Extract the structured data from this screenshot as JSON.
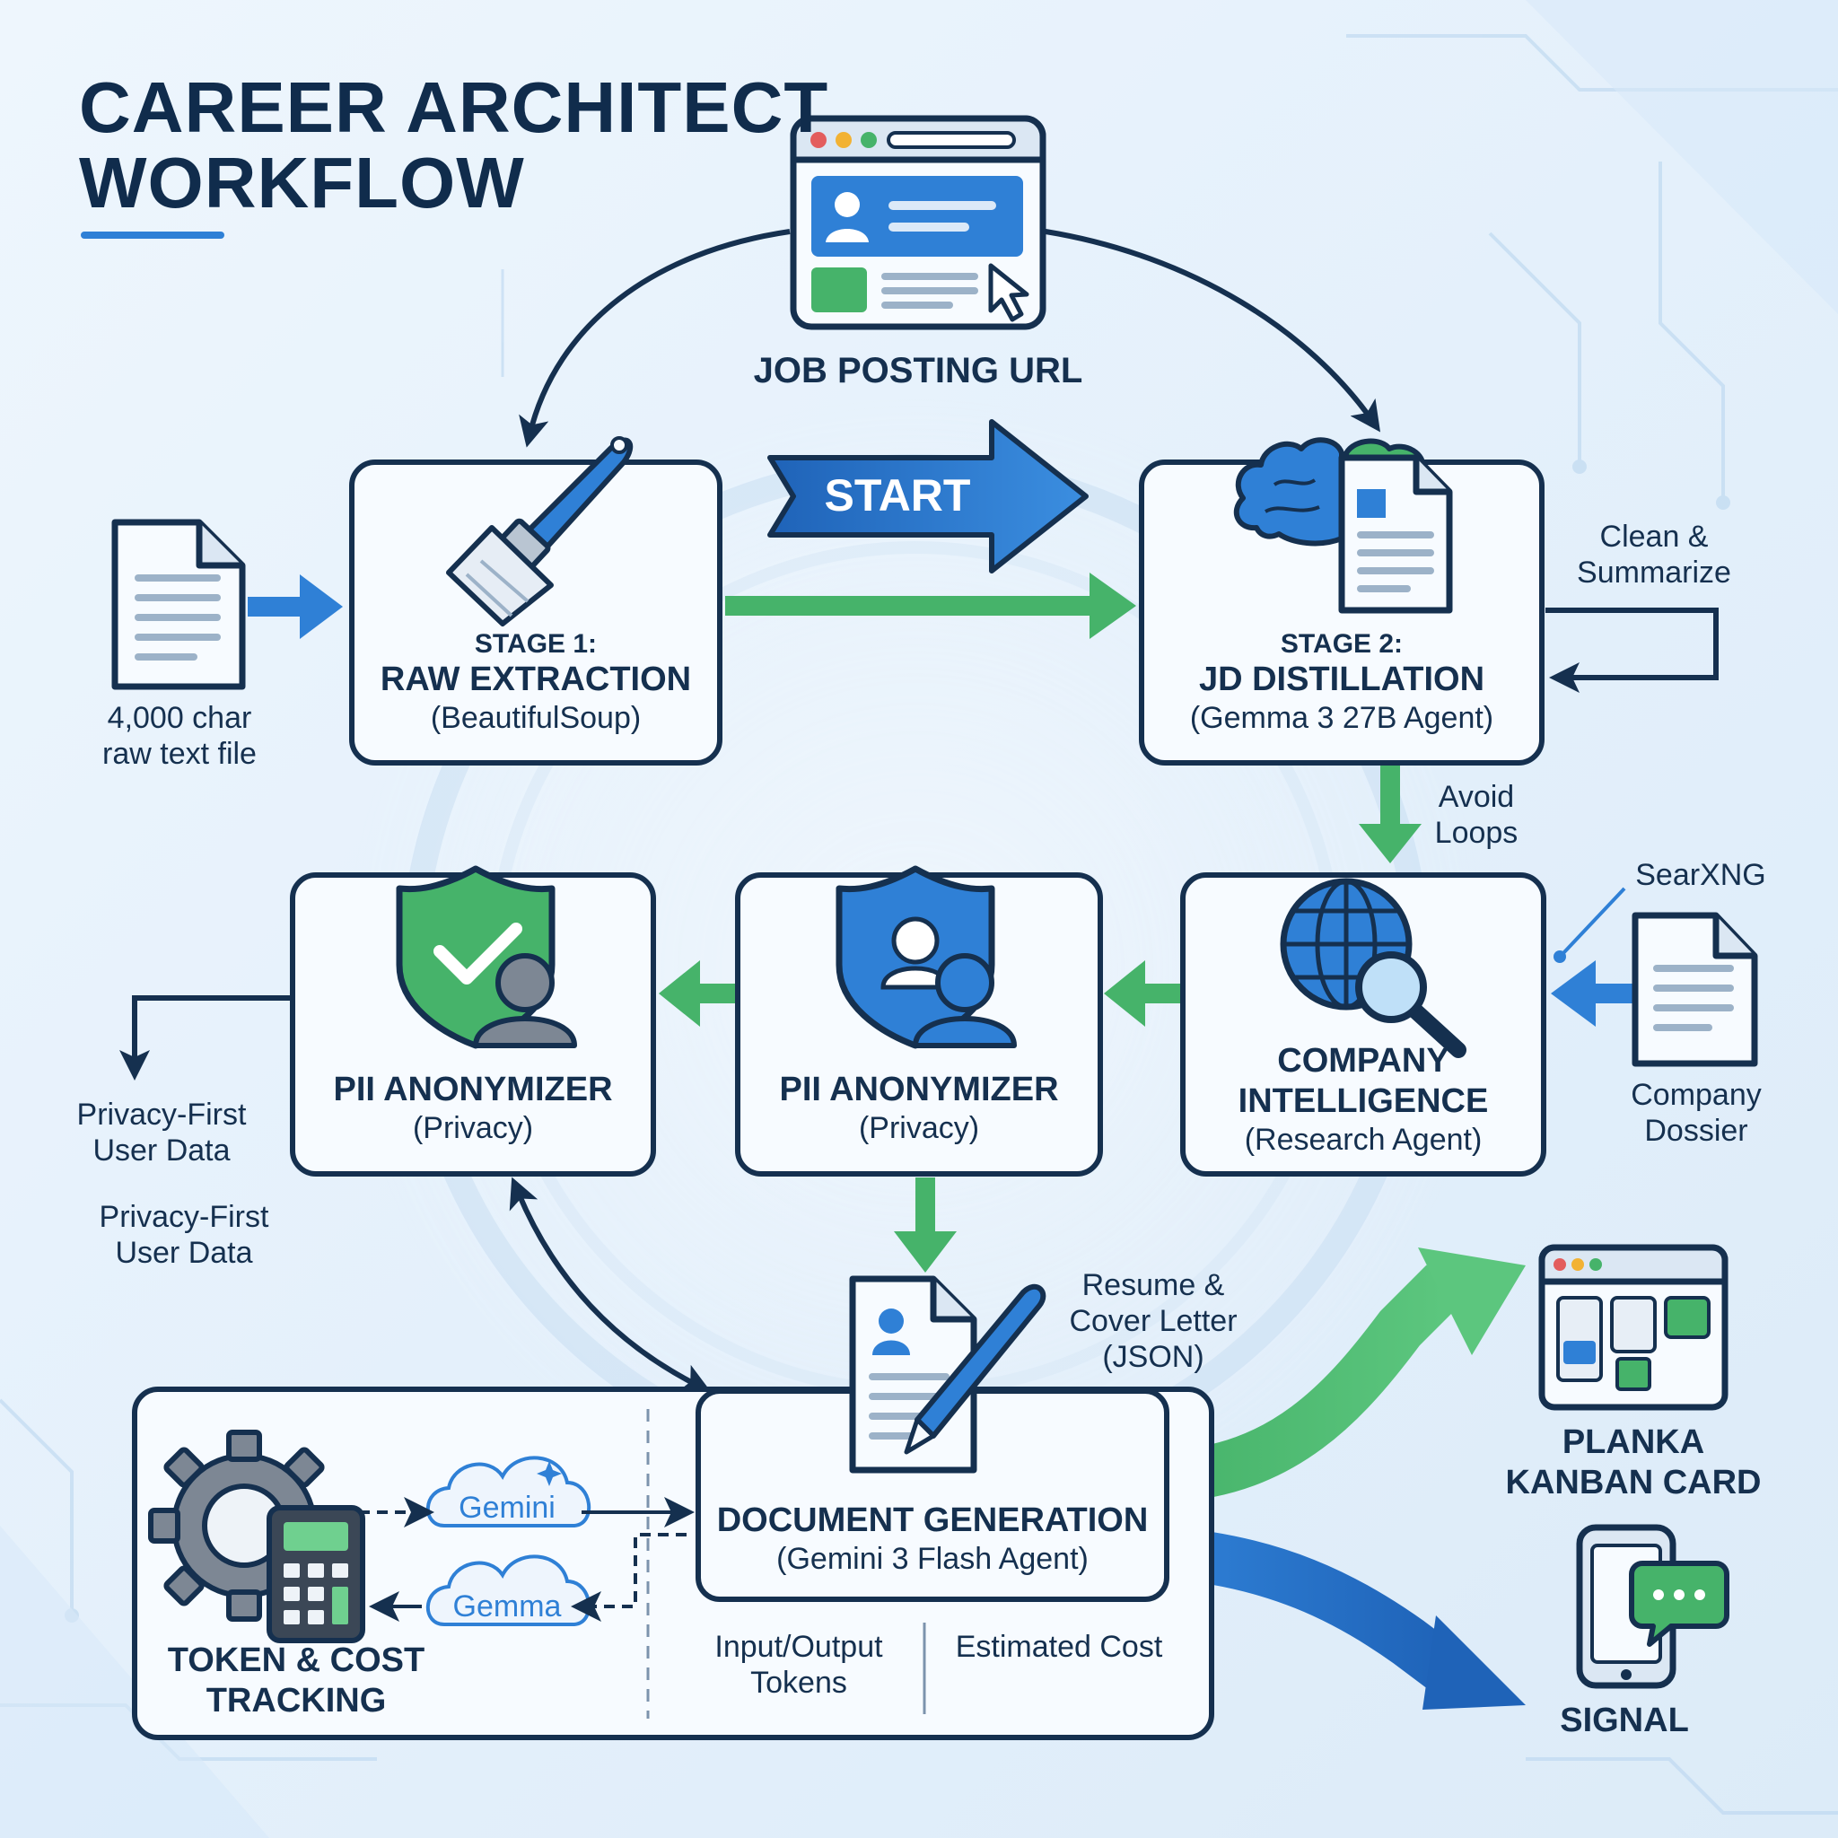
{
  "title": {
    "line1": "CAREER ARCHITECT",
    "line2": "WORKFLOW"
  },
  "top": {
    "url_label": "JOB POSTING URL",
    "start": "START"
  },
  "stage1": {
    "stage": "STAGE 1:",
    "name": "RAW EXTRACTION",
    "tool": "(BeautifulSoup)"
  },
  "stage2": {
    "stage": "STAGE 2:",
    "name": "JD DISTILLATION",
    "tool": "(Gemma 3 27B Agent)"
  },
  "raw_file": {
    "line1": "4,000 char",
    "line2": "raw text file"
  },
  "clean": {
    "line1": "Clean &",
    "line2": "Summarize"
  },
  "avoid": {
    "line1": "Avoid",
    "line2": "Loops"
  },
  "searxng": "SearXNG",
  "company": {
    "line1": "COMPANY",
    "line2": "INTELLIGENCE",
    "tool": "(Research Agent)"
  },
  "dossier": {
    "line1": "Company",
    "line2": "Dossier"
  },
  "pii_a": {
    "name": "PII ANONYMIZER",
    "tool": "(Privacy)"
  },
  "pii_b": {
    "name": "PII ANONYMIZER",
    "tool": "(Privacy)"
  },
  "privacy1": {
    "line1": "Privacy-First",
    "line2": "User Data"
  },
  "privacy2": {
    "line1": "Privacy-First",
    "line2": "User Data"
  },
  "resume": {
    "line1": "Resume &",
    "line2": "Cover Letter",
    "line3": "(JSON)"
  },
  "docgen": {
    "name": "DOCUMENT GENERATION",
    "tool": "(Gemini 3 Flash Agent)"
  },
  "tokens": {
    "col1_line1": "Input/Output",
    "col1_line2": "Tokens",
    "col2": "Estimated Cost"
  },
  "tracking": {
    "line1": "TOKEN & COST",
    "line2": "TRACKING",
    "cloud1": "Gemini",
    "cloud2": "Gemma"
  },
  "planka": {
    "line1": "PLANKA",
    "line2": "KANBAN CARD"
  },
  "signal": "SIGNAL",
  "colors": {
    "navy": "#15304f",
    "blue": "#2f80d6",
    "green": "#46b36a",
    "box_fill": "#f7fbff"
  }
}
